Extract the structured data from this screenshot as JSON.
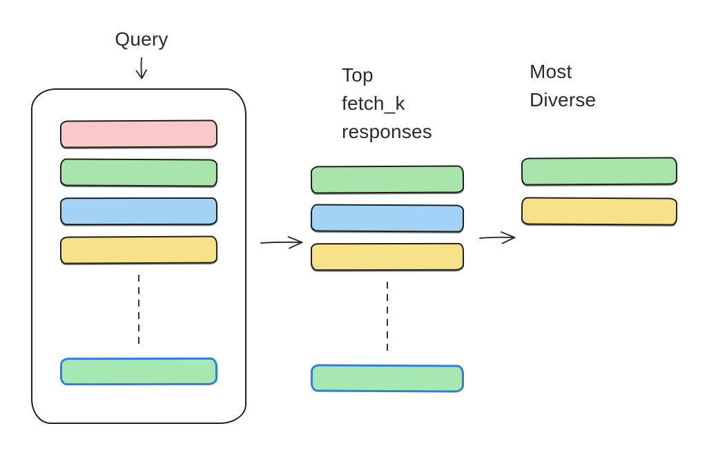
{
  "diagram": {
    "query_label": "Query",
    "stage2_label": "Top\nfetch_k\nresponses",
    "stage3_label": "Most\nDiverse",
    "colors": {
      "pink": "#f9c9c9",
      "green": "#a9e5ab",
      "blue": "#a3d2f7",
      "yellow": "#f8e289",
      "mint": "#a6e8b2",
      "blue_border": "#2f7de2",
      "ink": "#1e1e1e"
    },
    "stacks": [
      {
        "name": "all-responses",
        "items": [
          {
            "type": "bar",
            "color": "pink"
          },
          {
            "type": "bar",
            "color": "green"
          },
          {
            "type": "bar",
            "color": "blue"
          },
          {
            "type": "bar",
            "color": "yellow"
          },
          {
            "type": "ellipsis"
          },
          {
            "type": "bar",
            "color": "mint",
            "border": "blue_border"
          }
        ]
      },
      {
        "name": "top-fetch-k-responses",
        "items": [
          {
            "type": "bar",
            "color": "green"
          },
          {
            "type": "bar",
            "color": "blue"
          },
          {
            "type": "bar",
            "color": "yellow"
          },
          {
            "type": "ellipsis"
          },
          {
            "type": "bar",
            "color": "mint",
            "border": "blue_border"
          }
        ]
      },
      {
        "name": "most-diverse",
        "items": [
          {
            "type": "bar",
            "color": "green"
          },
          {
            "type": "bar",
            "color": "yellow"
          }
        ]
      }
    ]
  }
}
